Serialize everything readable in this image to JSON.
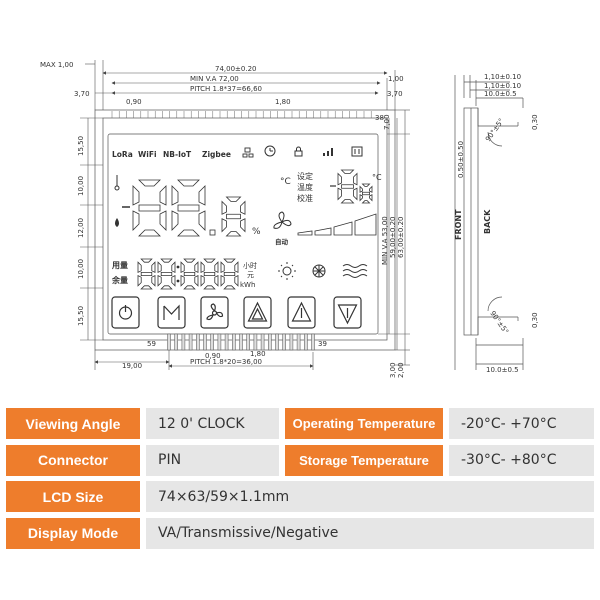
{
  "drawing": {
    "top_dims": {
      "max": "MAX 1,00",
      "width_total": "74,00±0.20",
      "right_a": "1,00",
      "va_width": "MIN V.A 72,00",
      "left_offset": "3,70",
      "pitch_top": "PITCH 1.8*37=66,60",
      "right_b": "3,70",
      "pin_w": "0,90",
      "pin_pitch": "1,80",
      "pin_count_top": "38"
    },
    "left_dims": [
      "15,50",
      "10,00",
      "12,00",
      "10,00",
      "15,50"
    ],
    "right_dims": {
      "top_gap": "7,00",
      "va_height": "MIN V.A 53,00",
      "h1": "59,00±0.20",
      "h2": "63,00±0.20",
      "bottom_a": "3,00",
      "bottom_b": "2,00"
    },
    "bottom_dims": {
      "pin_first": "59",
      "pin_last": "39",
      "pin_w": "0,90",
      "pin_pitch": "1,80",
      "left_offset": "19,00",
      "pitch_bottom": "PITCH 1.8*20=36,00"
    },
    "lcd": {
      "comm_labels": [
        "LoRa",
        "WiFi",
        "NB-IoT",
        "Zigbee"
      ],
      "cn_set": "设定",
      "cn_temp": "温度",
      "cn_cal": "校准",
      "cn_usage": "用量",
      "cn_remain": "余量",
      "cn_hour": "小时",
      "cn_yuan": "元",
      "unit_kwh": "kWh",
      "unit_c1": "°C",
      "unit_c2": "°C",
      "unit_pct": "%",
      "cn_auto": "自动",
      "buttons": [
        "power-button-icon",
        "mode-button-icon",
        "fan-button-icon",
        "heat-button-icon",
        "up-button-icon",
        "down-button-icon"
      ]
    },
    "side": {
      "d1": "1,10±0.10",
      "d2": "1,10±0.10",
      "d3": "10.0±0.5",
      "angle_top": "90°±5°",
      "thick_top": "0,30",
      "lead": "0.50±0.50",
      "front": "FRONT",
      "back": "BACK",
      "angle_bottom": "90°±5°",
      "thick_bottom": "0,30",
      "d4": "10.0±0.5"
    }
  },
  "specs": [
    {
      "label": "Viewing Angle",
      "value": "12 0' CLOCK",
      "label2": "Operating Temperature",
      "value2": "-20°C- +70°C"
    },
    {
      "label": "Connector",
      "value": "PIN",
      "label2": "Storage Temperature",
      "value2": "-30°C- +80°C"
    },
    {
      "label": "LCD Size",
      "value": "74×63/59×1.1mm"
    },
    {
      "label": "Display Mode",
      "value": "VA/Transmissive/Negative"
    }
  ]
}
